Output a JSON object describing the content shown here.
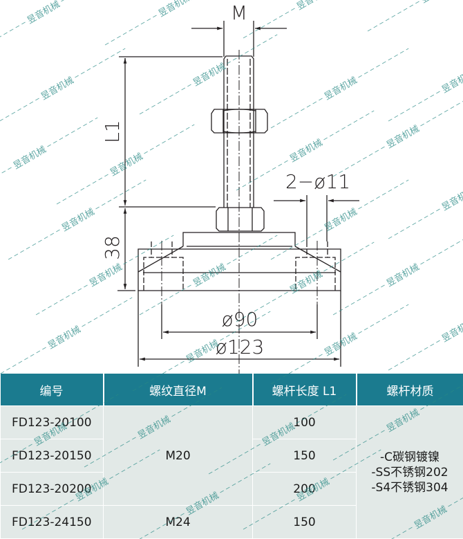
{
  "drawing": {
    "dim_thread": "M",
    "dim_length": "L1",
    "dim_height": "38",
    "dim_holes": "2−ø11",
    "dim_inner_dia": "ø90",
    "dim_outer_dia": "ø123",
    "line_color": "#231f20",
    "watermark_text": "昱音机械",
    "watermark_color": "#2a8a86"
  },
  "table": {
    "header_color": "#1b7b8f",
    "row_color": "#e2e9e7",
    "headers": [
      "编号",
      "螺纹直径M",
      "螺杆长度 L1",
      "螺杆材质"
    ],
    "rows": [
      {
        "code": "FD123-20100",
        "length": "100"
      },
      {
        "code": "FD123-20150",
        "length": "150"
      },
      {
        "code": "FD123-20200",
        "length": "200"
      },
      {
        "code": "FD123-24150",
        "length": "150"
      }
    ],
    "thread_groups": [
      {
        "value": "M20",
        "rowspan": 3
      },
      {
        "value": "M24",
        "rowspan": 1
      }
    ],
    "materials": [
      "-C碳钢镀镍",
      "-SS不锈钢202",
      "-S4不锈钢304"
    ]
  }
}
